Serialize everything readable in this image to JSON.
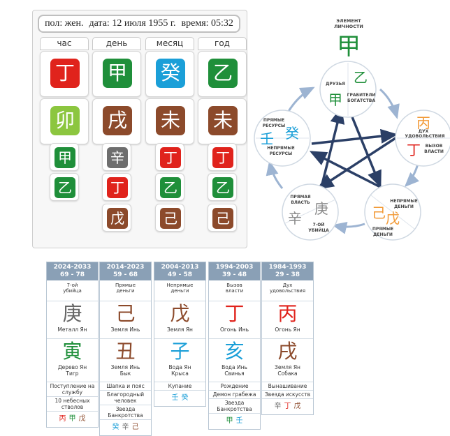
{
  "info": {
    "gender": "пол: жен.",
    "date": "дата: 12 июля 1955 г.",
    "time": "время: 05:32"
  },
  "colors": {
    "wood": "#1f8f3a",
    "fire": "#e0231c",
    "earth": "#8c4a2b",
    "metal": "#6e6e6e",
    "water": "#1b9fd8",
    "yin_wood": "#8cc63f"
  },
  "pillars": [
    {
      "header": "час",
      "stem": {
        "char": "丁",
        "color": "fire"
      },
      "branch": {
        "char": "卯",
        "color": "yin_wood"
      },
      "hidden": [
        {
          "char": "甲",
          "color": "wood"
        },
        {
          "char": "乙",
          "color": "wood"
        }
      ]
    },
    {
      "header": "день",
      "stem": {
        "char": "甲",
        "color": "wood"
      },
      "branch": {
        "char": "戌",
        "color": "earth"
      },
      "hidden": [
        {
          "char": "辛",
          "color": "metal"
        },
        {
          "char": "丁",
          "color": "fire"
        },
        {
          "char": "戊",
          "color": "earth"
        }
      ]
    },
    {
      "header": "месяц",
      "stem": {
        "char": "癸",
        "color": "water"
      },
      "branch": {
        "char": "未",
        "color": "earth"
      },
      "hidden": [
        {
          "char": "丁",
          "color": "fire"
        },
        {
          "char": "乙",
          "color": "wood"
        },
        {
          "char": "己",
          "color": "earth"
        }
      ]
    },
    {
      "header": "год",
      "stem": {
        "char": "乙",
        "color": "wood"
      },
      "branch": {
        "char": "未",
        "color": "earth"
      },
      "hidden": [
        {
          "char": "丁",
          "color": "fire"
        },
        {
          "char": "乙",
          "color": "wood"
        },
        {
          "char": "己",
          "color": "earth"
        }
      ]
    }
  ],
  "cycle": {
    "self": {
      "title_1": "ЭЛЕМЕНТ",
      "title_2": "ЛИЧНОСТИ",
      "char": "甲"
    },
    "wood": {
      "friends_1": "ДРУЗЬЯ",
      "char_a": "甲",
      "char_b": "乙",
      "robbers_1": "ГРАБИТЕЛИ",
      "robbers_2": "БОГАТСТВА"
    },
    "fire": {
      "char_a": "丙",
      "char_b": "丁",
      "spirit_1": "ДУХ",
      "spirit_2": "УДОВОЛЬСТВИЯ",
      "challenge_1": "ВЫЗОВ",
      "challenge_2": "ВЛАСТИ"
    },
    "earth": {
      "char_a": "己",
      "char_b": "戊",
      "indirect_1": "НЕПРЯМЫЕ",
      "indirect_2": "ДЕНЬГИ",
      "direct_1": "ПРЯМЫЕ",
      "direct_2": "ДЕНЬГИ"
    },
    "metal": {
      "char_a": "辛",
      "char_b": "庚",
      "direct_1": "ПРЯМАЯ",
      "direct_2": "ВЛАСТЬ",
      "killer_1": "7-ОЙ",
      "killer_2": "УБИЙЦА"
    },
    "water": {
      "char_a": "壬",
      "char_b": "癸",
      "direct_1": "ПРЯМЫЕ",
      "direct_2": "РЕСУРСЫ",
      "indirect_1": "НЕПРЯМЫЕ",
      "indirect_2": "РЕСУРСЫ"
    }
  },
  "decades": [
    {
      "years": "2024-2033",
      "ages": "69 - 78",
      "god_1": "7-ой",
      "god_2": "убийца",
      "stem": {
        "char": "庚",
        "color": "#666666",
        "label": "Металл Ян"
      },
      "branch": {
        "char": "寅",
        "color": "#1f8f3a",
        "label_1": "Дерево Ян",
        "label_2": "Тигр"
      },
      "stars": [
        "Поступление на службу",
        "10 небесных стволов"
      ],
      "hidden": [
        {
          "char": "丙",
          "color": "#e0231c"
        },
        {
          "char": "甲",
          "color": "#1f8f3a"
        },
        {
          "char": "戊",
          "color": "#8c4a2b"
        }
      ]
    },
    {
      "years": "2014-2023",
      "ages": "59 - 68",
      "god_1": "Прямые",
      "god_2": "деньги",
      "stem": {
        "char": "己",
        "color": "#8c4a2b",
        "label": "Земля Инь"
      },
      "branch": {
        "char": "丑",
        "color": "#8c4a2b",
        "label_1": "Земля Инь",
        "label_2": "Бык"
      },
      "stars": [
        "Шапка и пояс",
        "Благородный человек",
        "Звезда Банкротства"
      ],
      "hidden": [
        {
          "char": "癸",
          "color": "#1b9fd8"
        },
        {
          "char": "辛",
          "color": "#666666"
        },
        {
          "char": "己",
          "color": "#8c4a2b"
        }
      ]
    },
    {
      "years": "2004-2013",
      "ages": "49 - 58",
      "god_1": "Непрямые",
      "god_2": "деньги",
      "stem": {
        "char": "戊",
        "color": "#8c4a2b",
        "label": "Земля Ян"
      },
      "branch": {
        "char": "子",
        "color": "#1b9fd8",
        "label_1": "Вода Ян",
        "label_2": "Крыса"
      },
      "stars": [
        "Купание"
      ],
      "hidden": [
        {
          "char": "壬",
          "color": "#1b9fd8"
        },
        {
          "char": "癸",
          "color": "#1b9fd8"
        }
      ]
    },
    {
      "years": "1994-2003",
      "ages": "39 - 48",
      "god_1": "Вызов",
      "god_2": "власти",
      "stem": {
        "char": "丁",
        "color": "#e0231c",
        "label": "Огонь Инь"
      },
      "branch": {
        "char": "亥",
        "color": "#1b9fd8",
        "label_1": "Вода Инь",
        "label_2": "Свинья"
      },
      "stars": [
        "Рождение",
        "Демон грабежа",
        "Звезда Банкротства"
      ],
      "hidden": [
        {
          "char": "甲",
          "color": "#1f8f3a"
        },
        {
          "char": "壬",
          "color": "#1b9fd8"
        }
      ]
    },
    {
      "years": "1984-1993",
      "ages": "29 - 38",
      "god_1": "Дух",
      "god_2": "удовольствия",
      "stem": {
        "char": "丙",
        "color": "#e0231c",
        "label": "Огонь Ян"
      },
      "branch": {
        "char": "戌",
        "color": "#8c4a2b",
        "label_1": "Земля Ян",
        "label_2": "Собака"
      },
      "stars": [
        "Вынашивание",
        "Звезда искусств"
      ],
      "hidden": [
        {
          "char": "辛",
          "color": "#666666"
        },
        {
          "char": "丁",
          "color": "#e0231c"
        },
        {
          "char": "戊",
          "color": "#8c4a2b"
        }
      ]
    }
  ]
}
